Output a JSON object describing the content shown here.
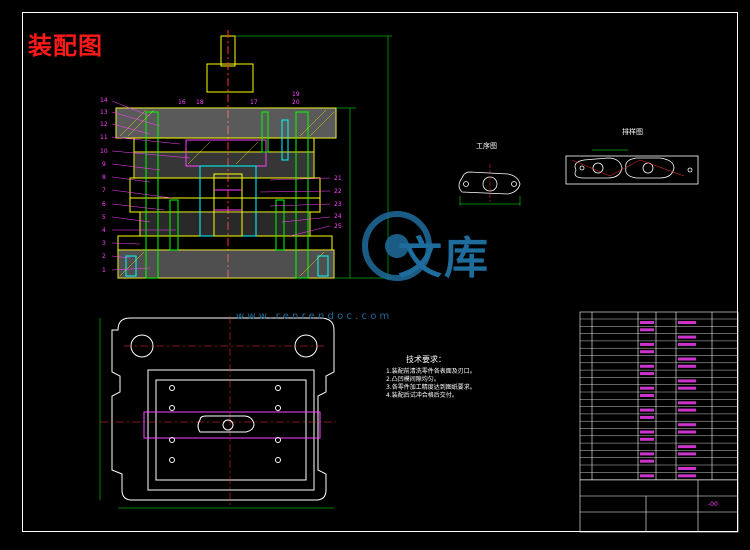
{
  "drawing": {
    "title": "装配图",
    "workpiece_label": "工序图",
    "layout_label": "排样图",
    "tech_req": {
      "heading": "技术要求：",
      "lines": [
        "1.装配前清洗零件各表面及刃口。",
        "2.凸凹模间隙均匀。",
        "3.各零件加工精度达到图纸要求。",
        "4.装配后试冲合格后交付。"
      ]
    },
    "watermark": {
      "text": "文库",
      "url": "www.renrendoc.com"
    },
    "title_block": {
      "drawing_no": "-00"
    },
    "part_numbers_left": [
      "14",
      "13",
      "12",
      "11",
      "10",
      "9",
      "8",
      "7",
      "6",
      "5",
      "4",
      "3",
      "2",
      "1"
    ],
    "part_numbers_top": [
      "16",
      "18",
      "17",
      "19",
      "20"
    ],
    "part_numbers_right": [
      "21",
      "22",
      "23",
      "24",
      "25"
    ]
  }
}
